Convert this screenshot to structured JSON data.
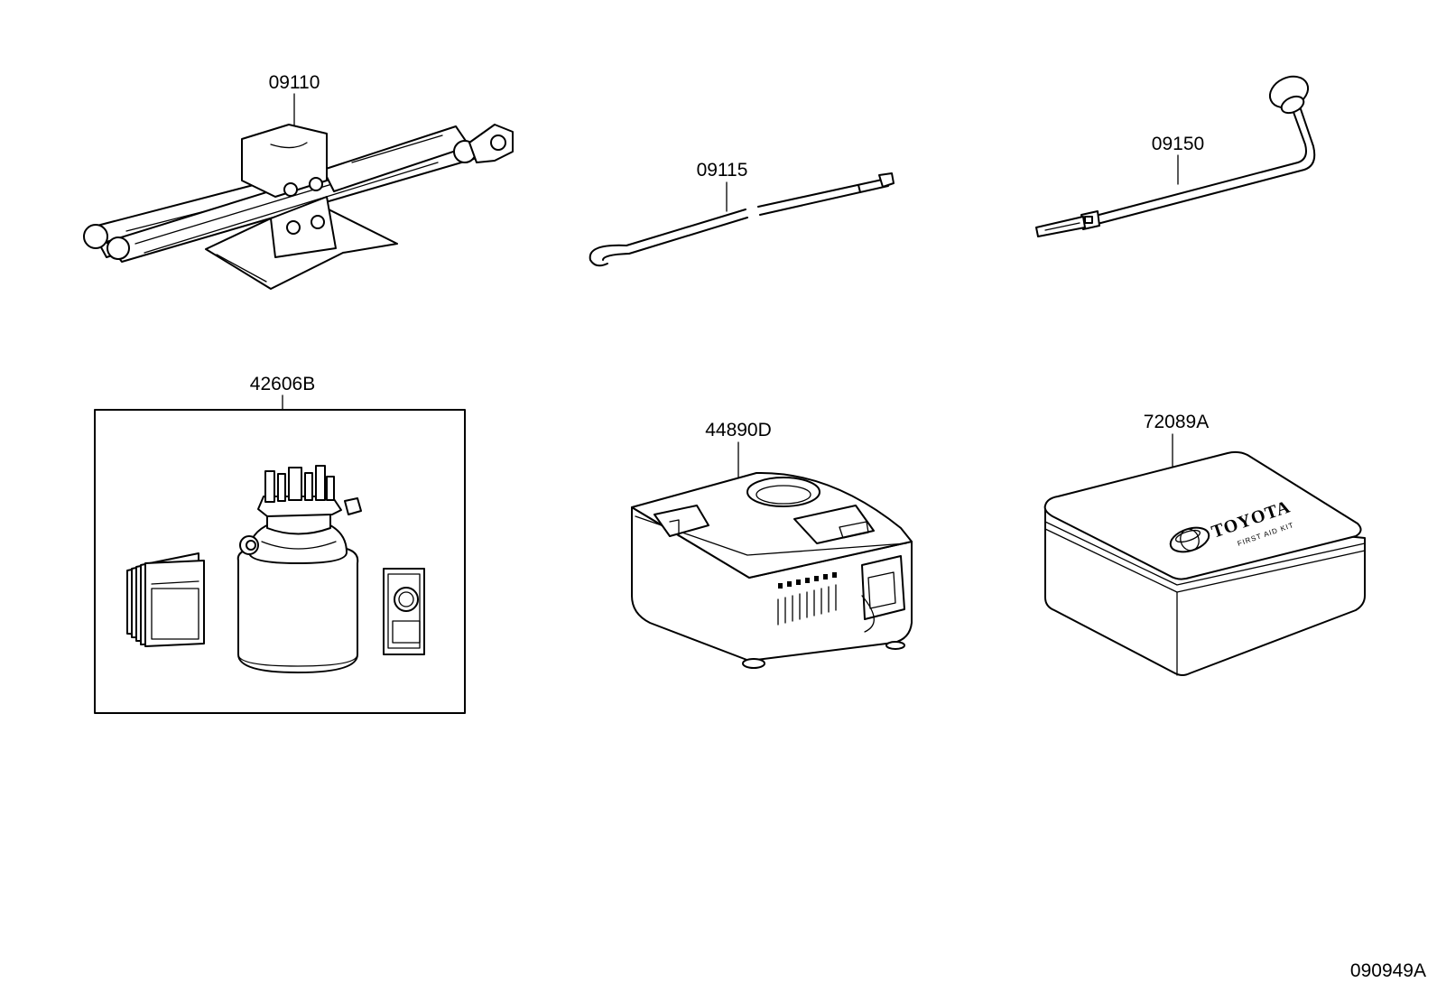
{
  "parts": [
    {
      "id": "jack",
      "label": "09110"
    },
    {
      "id": "jack-handle",
      "label": "09115"
    },
    {
      "id": "wheel-wrench",
      "label": "09150"
    },
    {
      "id": "repair-kit",
      "label": "42606B"
    },
    {
      "id": "compressor",
      "label": "44890D"
    },
    {
      "id": "first-aid-kit",
      "label": "72089A"
    }
  ],
  "kit_box": {
    "brand": "TOYOTA",
    "subtitle": "FIRST AID KIT"
  },
  "diagram_code": "090949A"
}
